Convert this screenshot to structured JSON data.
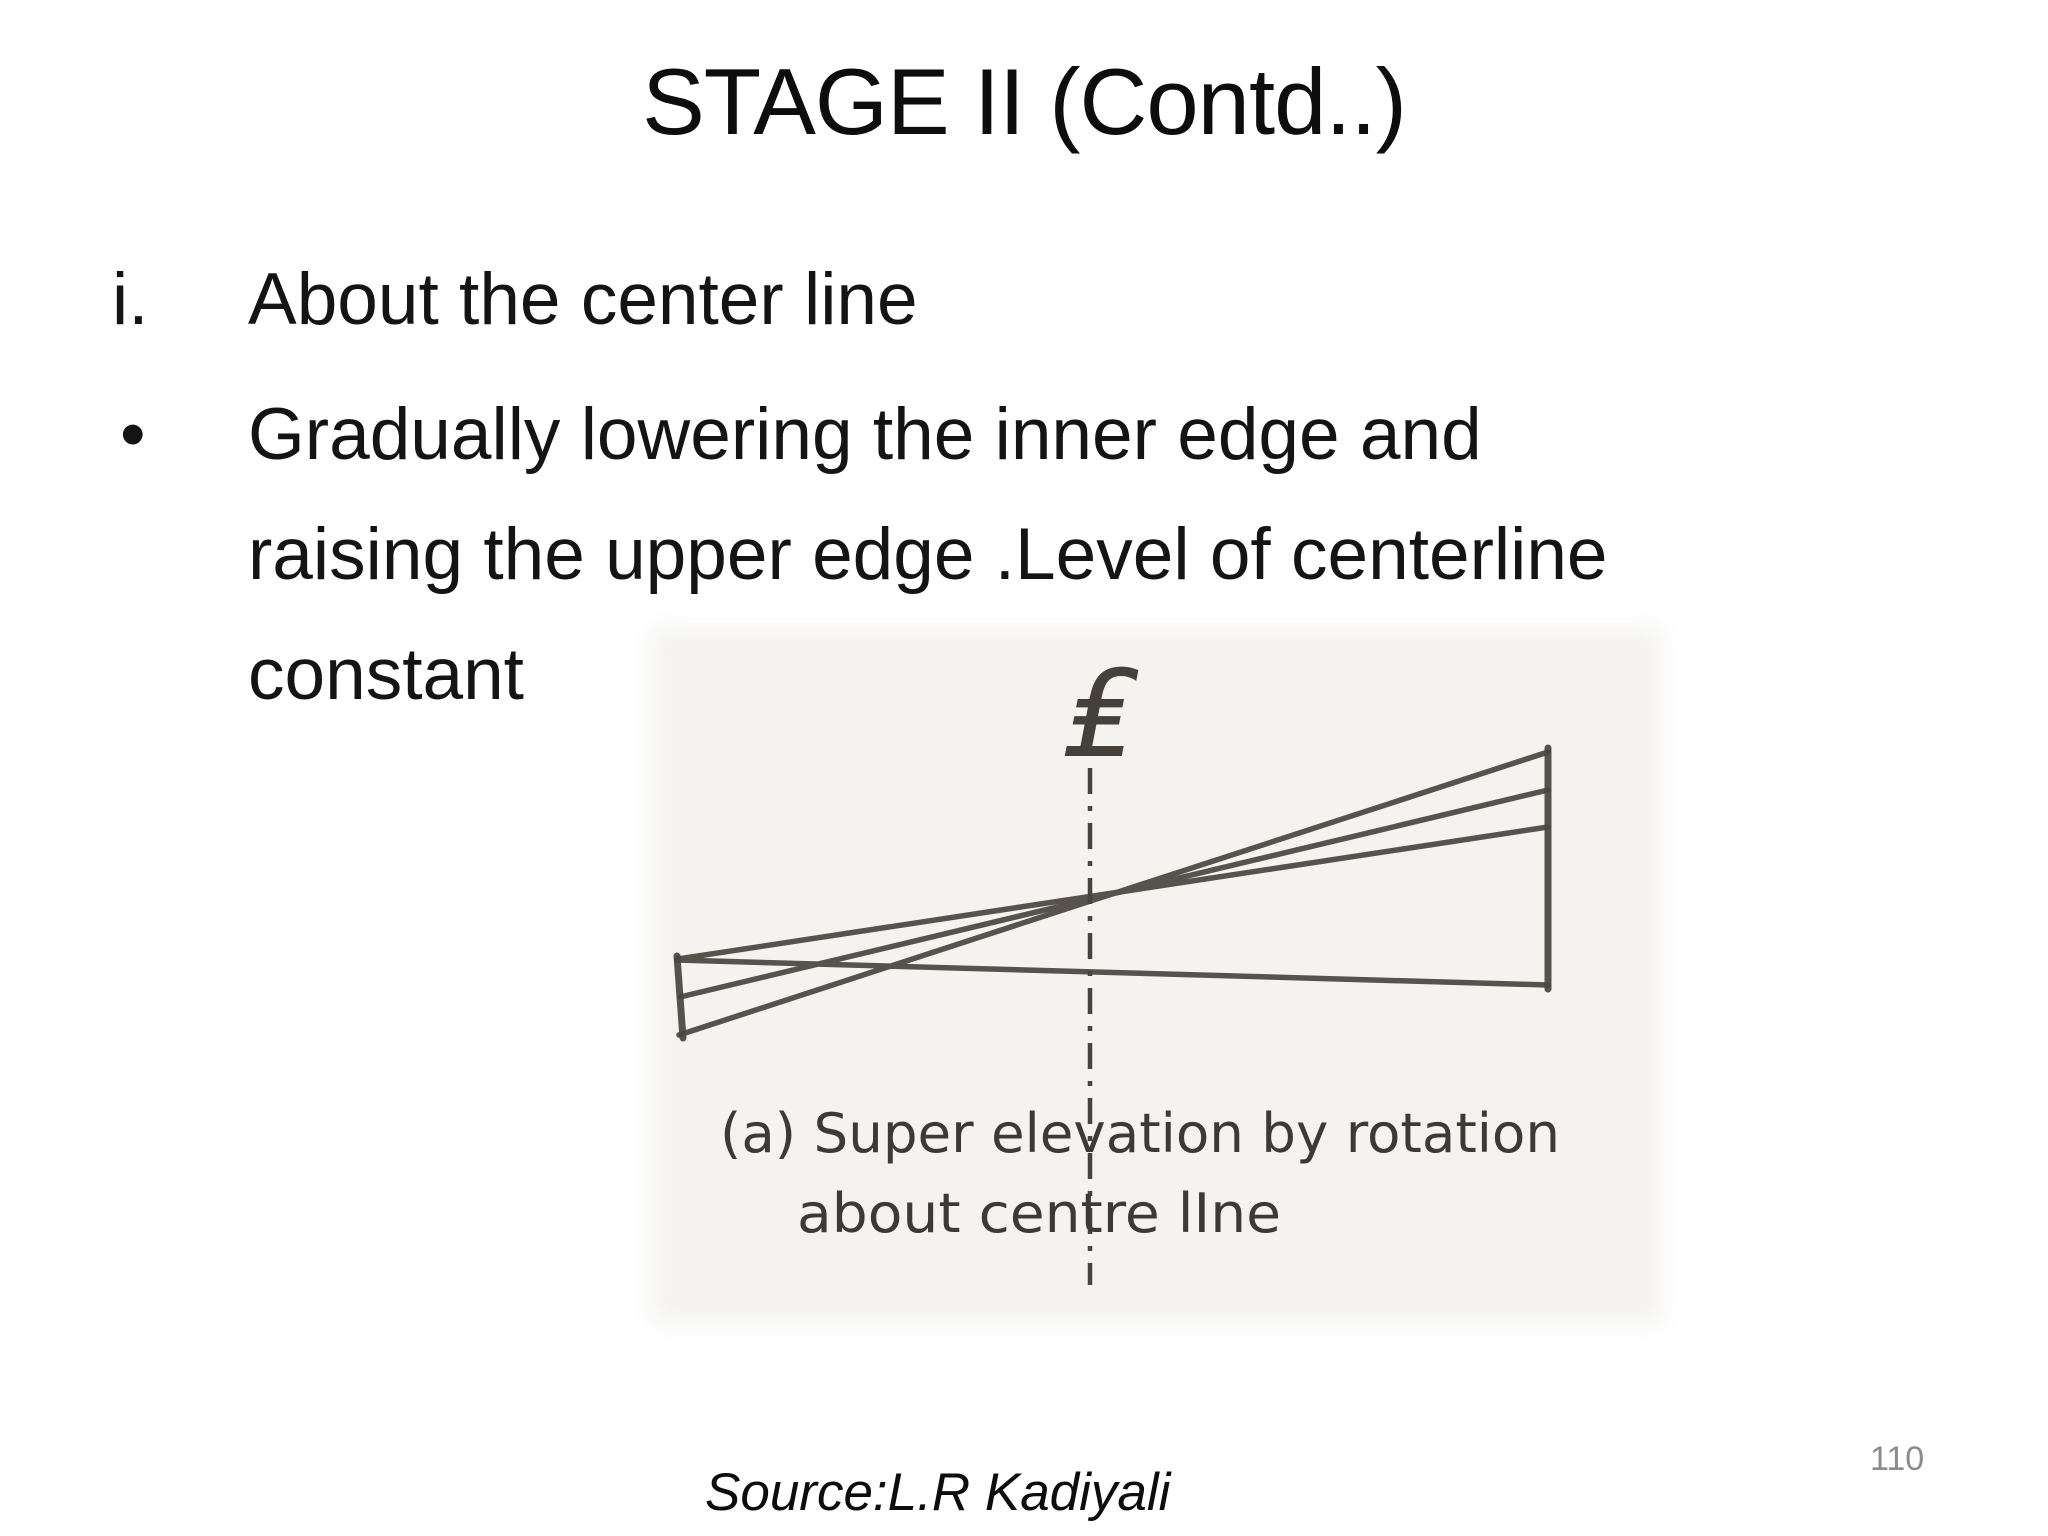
{
  "slide": {
    "title": "STAGE II (Contd..)",
    "bullets": [
      {
        "marker": "i.",
        "lines": [
          "About the center line"
        ]
      },
      {
        "marker": "•",
        "lines": [
          "Gradually lowering the inner edge and",
          "raising the upper edge .Level of centerline",
          "constant"
        ]
      }
    ],
    "source": "Source:L.R Kadiyali",
    "page_number": "110"
  },
  "figure": {
    "centerline_symbol": "₤",
    "caption_line1": "(a) Super elevation by rotation",
    "caption_line2": "about centre lIne",
    "ink_color": "#4a453e",
    "caption_color": "#3d3a35",
    "scan_background": "#f4f3f0"
  }
}
